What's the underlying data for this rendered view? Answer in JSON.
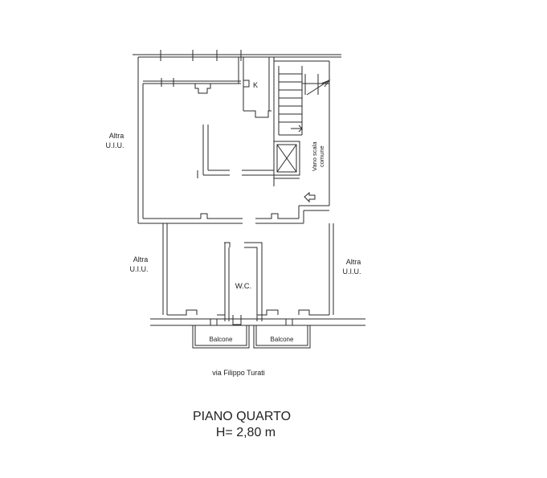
{
  "labels": {
    "altra_line1": "Altra",
    "altra_line2": "U.I.U.",
    "kitchen": "K",
    "stair_line1": "Vano scala",
    "stair_line2": "comune",
    "wc": "W.C.",
    "balcony": "Balcone",
    "street": "via Filippo Turati",
    "floor_title": "PIANO QUARTO",
    "floor_height": "H= 2,80 m"
  },
  "colors": {
    "wall": "#2a2a2a",
    "wall_fill": "#ffffff",
    "background": "#ffffff",
    "text": "#222222"
  }
}
